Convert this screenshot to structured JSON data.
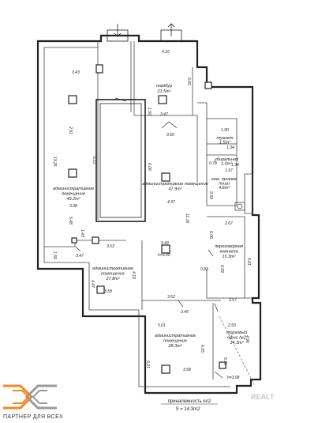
{
  "rooms": [
    {
      "name": "tambur-title",
      "lines": [
        "тамбур",
        "21.5m²"
      ]
    },
    {
      "name": "admin-left-title",
      "lines": [
        "административное",
        "помещение",
        "49.2m²"
      ]
    },
    {
      "name": "admin-center-title",
      "lines": [
        "административное помещение",
        "47.9m²"
      ]
    },
    {
      "name": "toilet-title",
      "lines": [
        "туалет",
        "1.5m²"
      ]
    },
    {
      "name": "ubiralnaya-title",
      "lines": [
        "убиральная",
        "1.0m²"
      ]
    },
    {
      "name": "reception-title",
      "lines": [
        "ком. приема",
        "пищи",
        "4.8m²"
      ]
    },
    {
      "name": "meeting-title",
      "lines": [
        "переговорная",
        "комната",
        "15.3m²"
      ]
    },
    {
      "name": "admin-small-title",
      "lines": [
        "административное",
        "помещение",
        "27.8m²"
      ]
    },
    {
      "name": "admin-bottom-title",
      "lines": [
        "административное",
        "помещение",
        "28.3m²"
      ]
    },
    {
      "name": "office-title",
      "lines": [
        "торговый",
        "офис №2",
        "14.3m²"
      ]
    }
  ],
  "dimensions": [
    "3.43",
    "4.16",
    "5.65",
    "1.50",
    "3.47",
    "3.50",
    "2.91",
    "6.11",
    "13.25",
    "6.06",
    "3.38",
    "5.48",
    "1.43",
    "1.55",
    "3.47",
    "3.53",
    "4.37",
    "11.16",
    "1.90",
    "1.97",
    "1.94",
    "1.34",
    "0.78",
    "2.59",
    "2.67",
    "6.06",
    "5.61",
    "3.49",
    "h=3.00",
    "0.83",
    "6.09",
    "4.47",
    "4.18",
    "3.58",
    "3.52",
    "2.57",
    "3.45",
    "2.50",
    "5.01",
    "6.05",
    "5.21",
    "3.58",
    "5.70",
    "4.96",
    "h=3.08"
  ],
  "footnote": {
    "line1": "приналежность ол2",
    "line2": "S = 14.3m2"
  },
  "brand": {
    "text": "ПАРТНЕР ДЛЯ ВСЕХ",
    "colors": {
      "orange": "#f08a24",
      "grey": "#9a9a9a"
    }
  },
  "watermark": "REALT"
}
